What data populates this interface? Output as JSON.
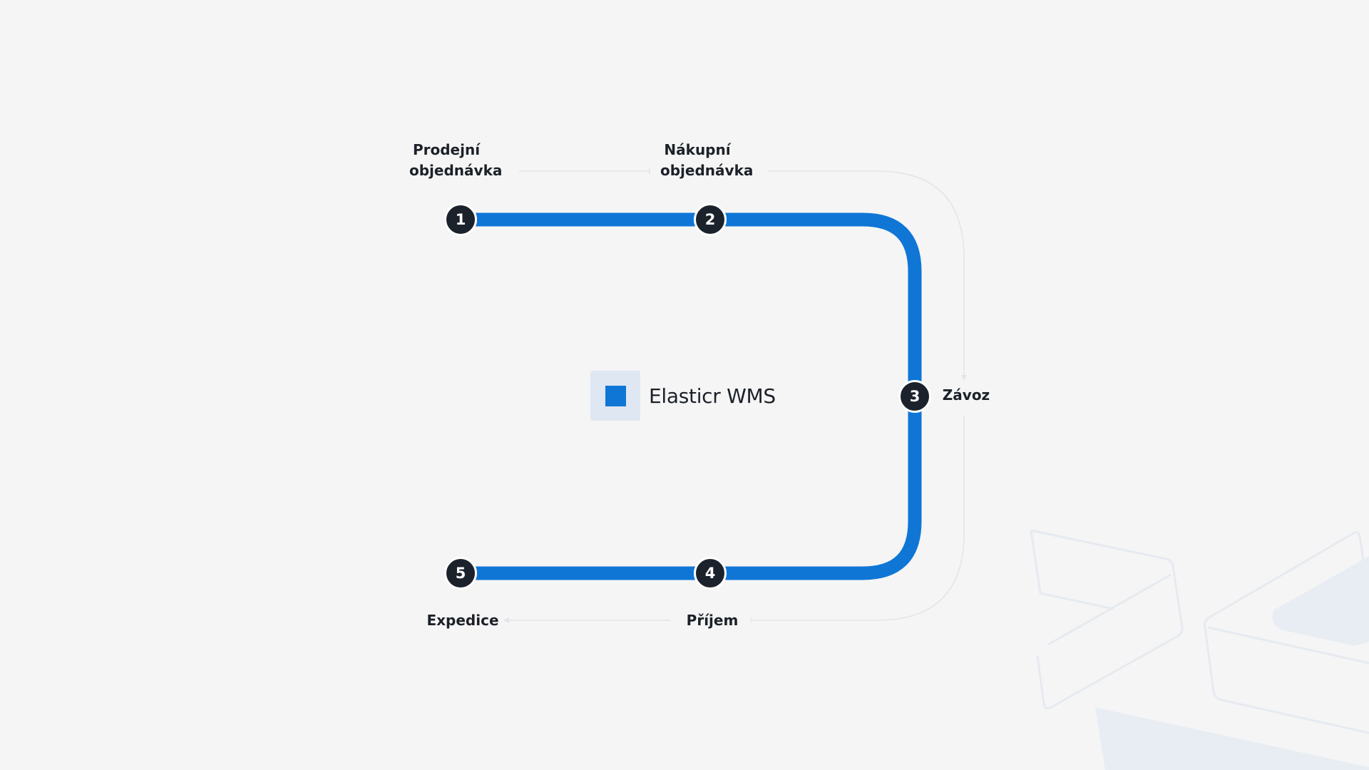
{
  "app": {
    "name": "Elasticr WMS"
  },
  "colors": {
    "track": "#0f76d6",
    "node": "#1b222b",
    "text": "#1c2129",
    "background": "#f5f5f5",
    "logo_bg": "#dfe7f2",
    "decor": "#e4e9f0"
  },
  "steps": [
    {
      "number": "1",
      "label_lines": [
        "Prodejní",
        "objednávka"
      ]
    },
    {
      "number": "2",
      "label_lines": [
        "Nákupní",
        "objednávka"
      ]
    },
    {
      "number": "3",
      "label_lines": [
        "Závoz"
      ]
    },
    {
      "number": "4",
      "label_lines": [
        "Příjem"
      ]
    },
    {
      "number": "5",
      "label_lines": [
        "Expedice"
      ]
    }
  ]
}
